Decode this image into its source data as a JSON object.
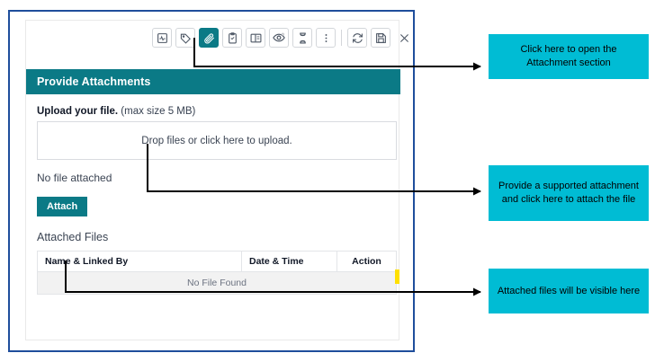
{
  "window": {
    "title": "Provide Attachments"
  },
  "toolbar": {
    "buttons": [
      {
        "name": "activity-icon",
        "label": "Activity",
        "active": false
      },
      {
        "name": "tag-icon",
        "label": "Tag",
        "active": false
      },
      {
        "name": "paperclip-icon",
        "label": "Attachments",
        "active": true
      },
      {
        "name": "clipboard-check-icon",
        "label": "Tasks",
        "active": false
      },
      {
        "name": "book-icon",
        "label": "Notes",
        "active": false
      },
      {
        "name": "eye-icon",
        "label": "Watch",
        "active": false
      },
      {
        "name": "hourglass-icon",
        "label": "History",
        "active": false
      },
      {
        "name": "more-vertical-icon",
        "label": "More",
        "active": false
      },
      {
        "name": "refresh-icon",
        "label": "Refresh",
        "active": false
      },
      {
        "name": "save-icon",
        "label": "Save",
        "active": false
      },
      {
        "name": "close-icon",
        "label": "Close",
        "active": false
      }
    ]
  },
  "attachments": {
    "upload_label_bold": "Upload your file.",
    "upload_label_note": "(max size 5 MB)",
    "dropzone_text": "Drop files or click here to upload.",
    "no_file_text": "No file attached",
    "attach_button": "Attach",
    "attached_files_title": "Attached Files",
    "table": {
      "columns": [
        "Name & Linked By",
        "Date & Time",
        "Action"
      ],
      "empty_message": "No File Found",
      "rows": []
    }
  },
  "callouts": [
    {
      "id": "callout-1",
      "text": "Click here to open the Attachment section"
    },
    {
      "id": "callout-2",
      "text": "Provide a supported attachment and click here to attach the file"
    },
    {
      "id": "callout-3",
      "text": "Attached files will be visible here"
    }
  ],
  "colors": {
    "teal_header": "#0b7a86",
    "callout_cyan": "#00bcd4",
    "window_border": "#1f4e9c",
    "scroll_marker": "#ffe000"
  }
}
